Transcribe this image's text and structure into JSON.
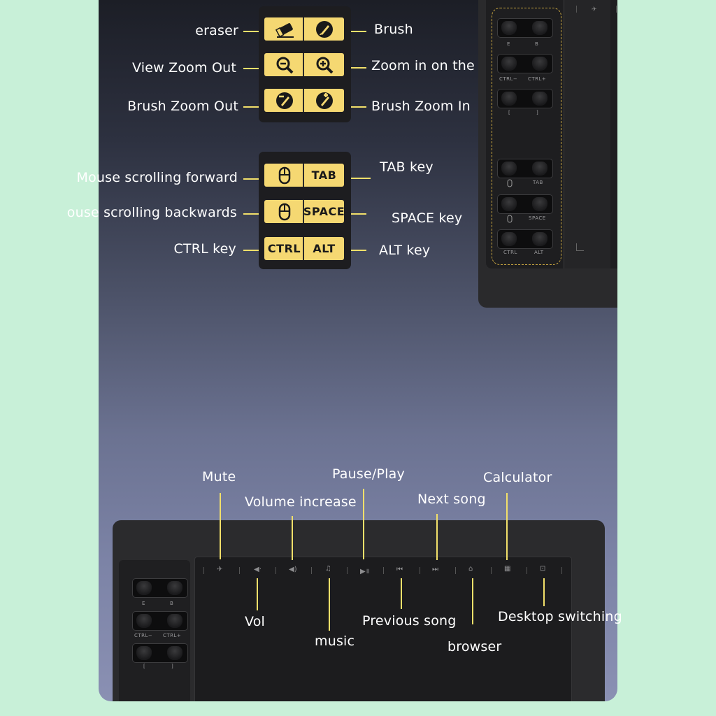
{
  "colors": {
    "accent": "#f5d872",
    "line": "#f2e06a",
    "text": "#ffffff"
  },
  "callouts_top": {
    "eraser": "eraser",
    "brush": "Brush",
    "view_zoom_out": "View Zoom Out",
    "zoom_in_view": "Zoom in on the view",
    "brush_zoom_out": "Brush Zoom Out",
    "brush_zoom_in": "Brush Zoom In",
    "mouse_fwd": "Mouse scrolling forward",
    "tab_key": "TAB key",
    "mouse_back": "ouse scrolling backwards",
    "space_key": "SPACE key",
    "ctrl_key": "CTRL key",
    "alt_key": "ALT key"
  },
  "keys": {
    "row1": {
      "left_icon": "eraser-icon",
      "right_icon": "brush-icon"
    },
    "row2": {
      "left_icon": "zoom-out-icon",
      "right_icon": "zoom-in-icon"
    },
    "row3": {
      "left_icon": "brush-zoom-out-icon",
      "right_icon": "brush-zoom-in-icon"
    },
    "row4": {
      "left_icon": "mouse-icon",
      "right_text": "TAB"
    },
    "row5": {
      "left_icon": "mouse-icon",
      "right_text": "SPACE"
    },
    "row6": {
      "left_text": "CTRL",
      "right_text": "ALT"
    }
  },
  "tablet_top_labels": [
    "E",
    "B",
    "CTRL−",
    "CTRL+",
    "[",
    "]",
    "TAB",
    "SPACE",
    "CTRL",
    "ALT"
  ],
  "callouts_bottom": {
    "mute": "Mute",
    "volume_increase": "Volume increase",
    "pause_play": "Pause/Play",
    "next_song": "Next song",
    "calculator": "Calculator",
    "vol": "Vol",
    "music": "music",
    "previous_song": "Previous song",
    "browser": "browser",
    "desktop_switching": "Desktop switching"
  },
  "tablet_bottom_labels": [
    "E",
    "B",
    "CTRL−",
    "CTRL+",
    "[",
    "]"
  ],
  "media_icons": [
    "mute-icon",
    "volume-down-icon",
    "volume-up-icon",
    "music-icon",
    "play-pause-icon",
    "previous-icon",
    "next-icon",
    "browser-icon",
    "calculator-icon",
    "desktop-icon"
  ]
}
